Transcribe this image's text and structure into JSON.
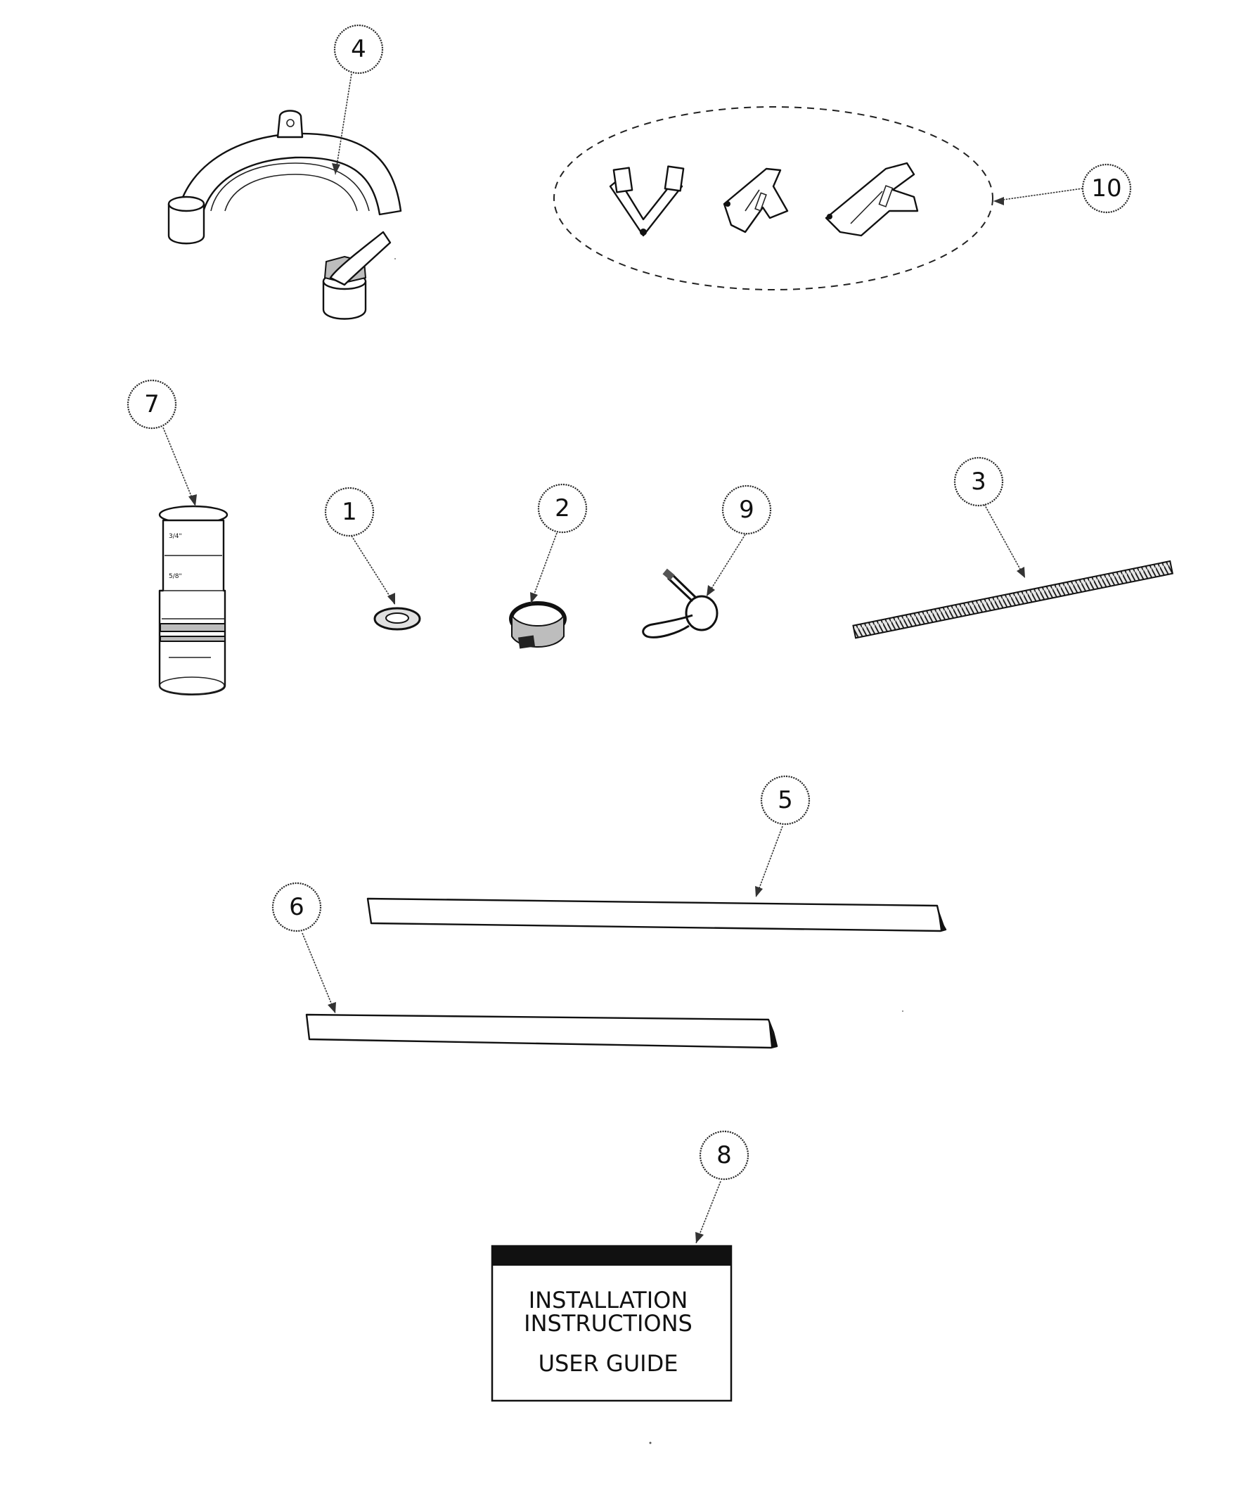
{
  "callouts": {
    "c1": "1",
    "c2": "2",
    "c3": "3",
    "c4": "4",
    "c5": "5",
    "c6": "6",
    "c7": "7",
    "c8": "8",
    "c9": "9",
    "c10": "10"
  },
  "parts": {
    "adapter_marks": {
      "top": "3/4\"",
      "middle": "5/8\""
    },
    "manual": {
      "line1": "INSTALLATION",
      "line2": "INSTRUCTIONS",
      "line3": "USER GUIDE"
    }
  },
  "colors": {
    "ink": "#111111",
    "paper": "#ffffff",
    "shade": "#bdbdbd"
  }
}
